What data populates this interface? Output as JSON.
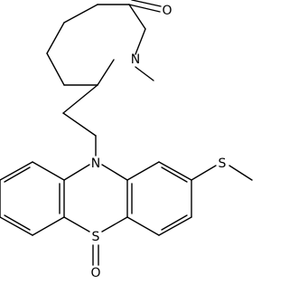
{
  "atoms": {
    "carbonyl_oxygen": "O",
    "lactam_nitrogen": "N",
    "phenothiazine_nitrogen": "N",
    "thioether_sulfur": "S",
    "ring_sulfur": "S",
    "sulfoxide_oxygen": "O"
  },
  "colors": {
    "bond": "#000000",
    "label": "#000000",
    "background": "#ffffff"
  }
}
